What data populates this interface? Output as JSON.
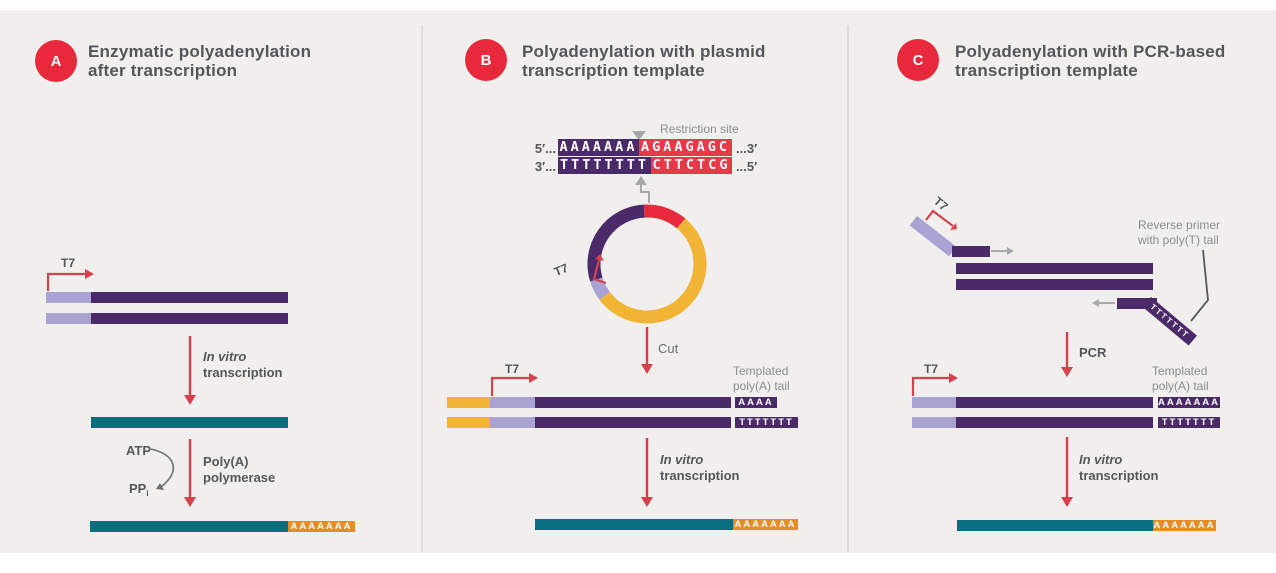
{
  "colors": {
    "background": "#f0efee",
    "accent_red": "#e8293c",
    "arrow_red": "#d5424e",
    "dark_purple": "#4b2a69",
    "lavender": "#a9a3d3",
    "teal": "#096e7e",
    "orange": "#e88d26",
    "yellow": "#f1b434",
    "title_text": "#54565a",
    "gray_text": "#8b8d90",
    "light_gray_arrow": "#a5a7aa",
    "dark_elbow": "#58585b"
  },
  "panels": {
    "a": {
      "badge": "A",
      "title_line1": "Enzymatic polyadenylation",
      "title_line2": "after transcription",
      "t7": "T7",
      "step1_line1": "In vitro",
      "step1_line2": "transcription",
      "atp": "ATP",
      "ppi": "PP",
      "ppi_sub": "i",
      "step2_line1": "Poly(A)",
      "step2_line2": "polymerase",
      "tail": "AAAAAAA"
    },
    "b": {
      "badge": "B",
      "title_line1": "Polyadenylation with plasmid",
      "title_line2": "transcription template",
      "restriction_label": "Restriction site",
      "seq_top_prefix": "5′...",
      "seq_top_polya": "AAAAAAA",
      "seq_top_site": "AGAAGAGC",
      "seq_top_suffix": "...3′",
      "seq_bottom_prefix": "3′...",
      "seq_bottom_polyt": "TTTTTTTT",
      "seq_bottom_site": "CTTCTCG",
      "seq_bottom_suffix": "...5′",
      "t7_plasmid": "T7",
      "cut": "Cut",
      "t7": "T7",
      "templated_line1": "Templated",
      "templated_line2": "poly(A) tail",
      "tail_a": "AAAA",
      "tail_t": "TTTTTTT",
      "step_line1": "In vitro",
      "step_line2": "transcription",
      "tail": "AAAAAAA"
    },
    "c": {
      "badge": "C",
      "title_line1": "Polyadenylation with PCR-based",
      "title_line2": "transcription template",
      "t7_primer": "T7",
      "reverse_label_line1": "Reverse primer",
      "reverse_label_line2": "with poly(T) tail",
      "polyt_primer": "TTTTTTT",
      "pcr": "PCR",
      "t7": "T7",
      "templated_line1": "Templated",
      "templated_line2": "poly(A) tail",
      "tail_a": "AAAAAAA",
      "tail_t": "TTTTTTT",
      "step_line1": "In vitro",
      "step_line2": "transcription",
      "tail": "AAAAAAA"
    }
  }
}
